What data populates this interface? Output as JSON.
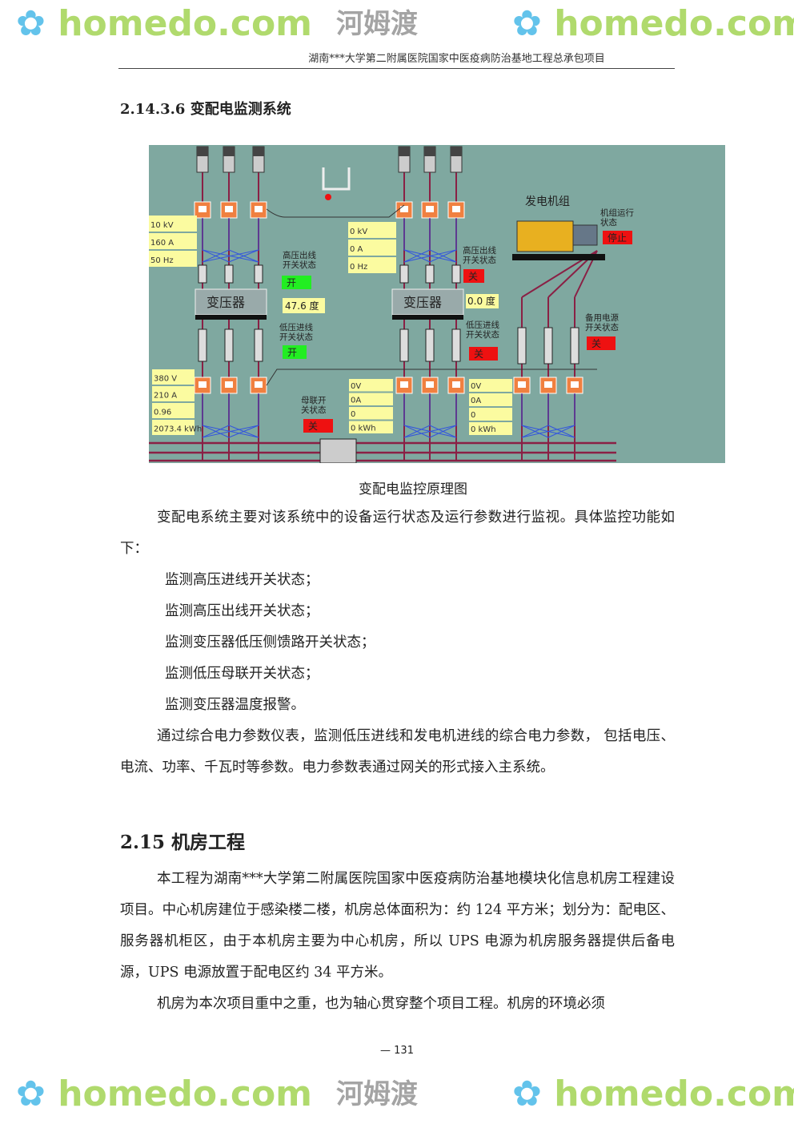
{
  "header": {
    "title": "湖南***大学第二附属医院国家中医疫病防治基地工程总承包项目"
  },
  "section_2_14_3_6": {
    "heading": "2.14.3.6 变配电监测系统"
  },
  "diagram": {
    "caption": "变配电监控原理图",
    "left_hv": [
      "10 kV",
      "160 A",
      "50 Hz"
    ],
    "mid_hv": [
      "0 kV",
      "0 A",
      "0 Hz"
    ],
    "left_lv": [
      "380 V",
      "210 A",
      "0.96",
      "2073.4 kWh"
    ],
    "mid_lv": [
      "0V",
      "0A",
      "0",
      "0 kWh"
    ],
    "right_lv": [
      "0V",
      "0A",
      "0",
      "0 kWh"
    ],
    "transformer_label": "变压器",
    "left_hv_switch_label": [
      "高压出线",
      "开关状态"
    ],
    "left_hv_switch_state": "开",
    "left_temp": "47.6 度",
    "left_lv_switch_label": [
      "低压进线",
      "开关状态"
    ],
    "left_lv_switch_state": "开",
    "tie_switch_label": [
      "母联开",
      "关状态"
    ],
    "tie_switch_state": "关",
    "right_hv_switch_label": [
      "高压出线",
      "开关状态"
    ],
    "right_hv_switch_state": "关",
    "right_temp": "0.0 度",
    "right_lv_switch_label": [
      "低压进线",
      "开关状态"
    ],
    "right_lv_switch_state": "关",
    "generator_label": "发电机组",
    "generator_status_label": [
      "机组运行",
      "状态"
    ],
    "generator_status": "停止",
    "backup_switch_label": [
      "备用电源",
      "开关状态"
    ],
    "backup_switch_state": "关",
    "colors": {
      "bg": "#7fa8a0",
      "yellow": "#fbfba0",
      "on": "#22ee22",
      "off": "#ee1111",
      "bus": "#8a2045",
      "wire": "#3355dd"
    }
  },
  "body1": {
    "intro": "变配电系统主要对该系统中的设备运行状态及运行参数进行监视。具体监控功能如下：",
    "items": [
      "监测高压进线开关状态；",
      "监测高压出线开关状态；",
      "监测变压器低压侧馈路开关状态；",
      "监测低压母联开关状态；",
      "监测变压器温度报警。"
    ],
    "para2": "通过综合电力参数仪表，监测低压进线和发电机进线的综合电力参数， 包括电压、电流、功率、千瓦时等参数。电力参数表通过网关的形式接入主系统。"
  },
  "section_2_15": {
    "heading": "2.15 机房工程",
    "para1": "本工程为湖南***大学第二附属医院国家中医疫病防治基地模块化信息机房工程建设项目。中心机房建位于感染楼二楼，机房总体面积为：约 124 平方米；划分为：配电区、服务器机柜区，由于本机房主要为中心机房，所以 UPS 电源为机房服务器提供后备电源，UPS 电源放置于配电区约 34 平方米。",
    "para2": "机房为本次项目重中之重，也为轴心贯穿整个项目工程。机房的环境必须"
  },
  "footer": {
    "page": "— 131"
  },
  "watermark": {
    "latin": "homedo.com",
    "cn": "河姆渡"
  }
}
